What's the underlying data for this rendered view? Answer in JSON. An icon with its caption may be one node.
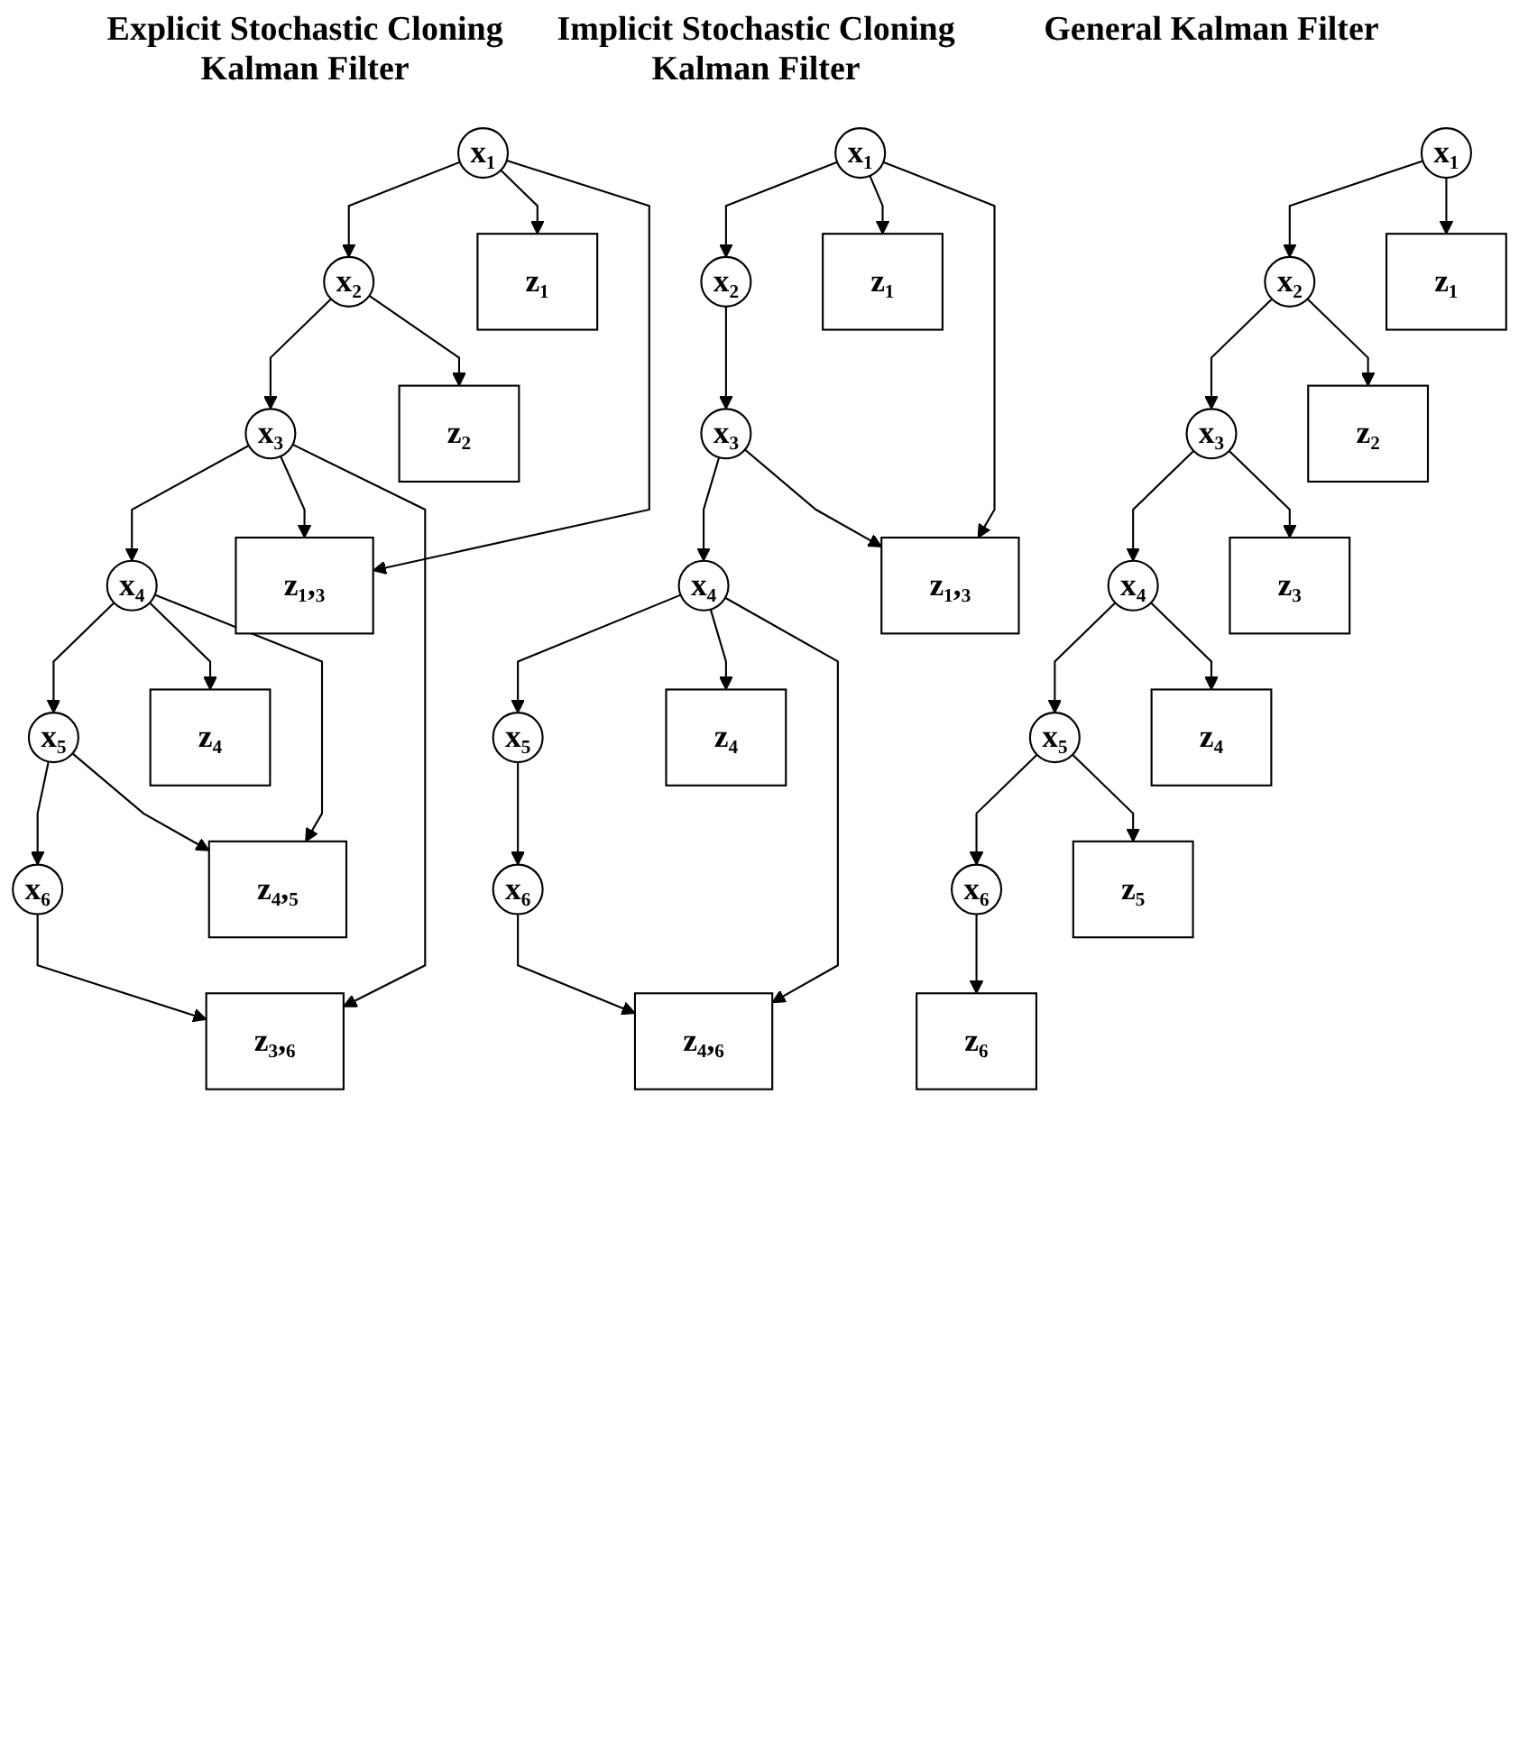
{
  "diagram": {
    "nodes": [
      {
        "text": [
          "x₁"
        ]
      },
      {
        "text": [
          "x₂"
        ]
      },
      {
        "text": [
          "x₃"
        ]
      },
      {
        "text": [
          "x₄"
        ]
      },
      {
        "text": [
          "x₅"
        ]
      },
      {
        "text": [
          "x₆"
        ]
      },
      {
        "text": [
          "z₁"
        ]
      },
      {
        "text": [
          "z₂"
        ]
      },
      {
        "text": [
          "z₃"
        ]
      },
      {
        "text": [
          "z₄"
        ]
      },
      {
        "text": [
          "z₅"
        ]
      },
      {
        "text": [
          "z₆"
        ]
      },
      {
        "text": [
          "x₁"
        ]
      },
      {
        "text": [
          "x₂"
        ]
      },
      {
        "text": [
          "x₃"
        ]
      },
      {
        "text": [
          "x₄"
        ]
      },
      {
        "text": [
          "x₅"
        ]
      },
      {
        "text": [
          "x₆"
        ]
      },
      {
        "text": [
          "z₁"
        ]
      },
      {
        "text": [
          "z₁,₃"
        ]
      },
      {
        "text": [
          "z₄"
        ]
      },
      {
        "text": [
          "z₄,₆"
        ]
      },
      {
        "text": [
          "x₁"
        ]
      },
      {
        "text": [
          "x₂"
        ]
      },
      {
        "text": [
          "x₃"
        ]
      },
      {
        "text": [
          "x₄"
        ]
      },
      {
        "text": [
          "x₅"
        ]
      },
      {
        "text": [
          "x₆"
        ]
      },
      {
        "text": [
          "z₁"
        ]
      },
      {
        "text": [
          "z₂"
        ]
      },
      {
        "text": [
          "z₁,₃"
        ]
      },
      {
        "text": [
          "z₄"
        ]
      },
      {
        "text": [
          "z₄,₅"
        ]
      },
      {
        "text": [
          "z₃,₆"
        ]
      }
    ],
    "edges": [
      {
        "from": 0,
        "to": 1,
        "arrow": "to"
      },
      {
        "from": 1,
        "to": 2,
        "arrow": "to"
      },
      {
        "from": 2,
        "to": 3,
        "arrow": "to"
      },
      {
        "from": 3,
        "to": 4,
        "arrow": "to"
      },
      {
        "from": 4,
        "to": 5,
        "arrow": "to"
      },
      {
        "from": 0,
        "to": 6,
        "arrow": "to"
      },
      {
        "from": 1,
        "to": 7,
        "arrow": "to"
      },
      {
        "from": 2,
        "to": 8,
        "arrow": "to"
      },
      {
        "from": 3,
        "to": 9,
        "arrow": "to"
      },
      {
        "from": 4,
        "to": 10,
        "arrow": "to"
      },
      {
        "from": 5,
        "to": 11,
        "arrow": "to"
      },
      {
        "from": 12,
        "to": 13,
        "arrow": "to"
      },
      {
        "from": 13,
        "to": 14,
        "arrow": "to"
      },
      {
        "from": 14,
        "to": 15,
        "arrow": "to"
      },
      {
        "from": 15,
        "to": 16,
        "arrow": "to"
      },
      {
        "from": 16,
        "to": 17,
        "arrow": "to"
      },
      {
        "from": 12,
        "to": 18,
        "arrow": "to"
      },
      {
        "from": 12,
        "to": 19,
        "arrow": "to"
      },
      {
        "from": 14,
        "to": 19,
        "arrow": "to"
      },
      {
        "from": 15,
        "to": 20,
        "arrow": "to"
      },
      {
        "from": 15,
        "to": 21,
        "arrow": "to"
      },
      {
        "from": 17,
        "to": 21,
        "arrow": "to"
      },
      {
        "from": 22,
        "to": 23,
        "arrow": "to"
      },
      {
        "from": 23,
        "to": 24,
        "arrow": "to"
      },
      {
        "from": 24,
        "to": 25,
        "arrow": "to"
      },
      {
        "from": 25,
        "to": 26,
        "arrow": "to"
      },
      {
        "from": 26,
        "to": 27,
        "arrow": "to"
      },
      {
        "from": 22,
        "to": 28,
        "arrow": "to"
      },
      {
        "from": 22,
        "to": 30,
        "arrow": "to"
      },
      {
        "from": 23,
        "to": 29,
        "arrow": "to"
      },
      {
        "from": 24,
        "to": 30,
        "arrow": "to"
      },
      {
        "from": 24,
        "to": 33,
        "arrow": "to"
      },
      {
        "from": 25,
        "to": 31,
        "arrow": "to"
      },
      {
        "from": 25,
        "to": 32,
        "arrow": "to"
      },
      {
        "from": 26,
        "to": 32,
        "arrow": "to"
      },
      {
        "from": 27,
        "to": 33,
        "arrow": "to"
      }
    ],
    "labels": [
      "General Kalman Filter",
      "Implicit Stochastic Cloning Kalman Filter",
      "Explicit Stochastic Cloning Kalman Filter"
    ]
  }
}
